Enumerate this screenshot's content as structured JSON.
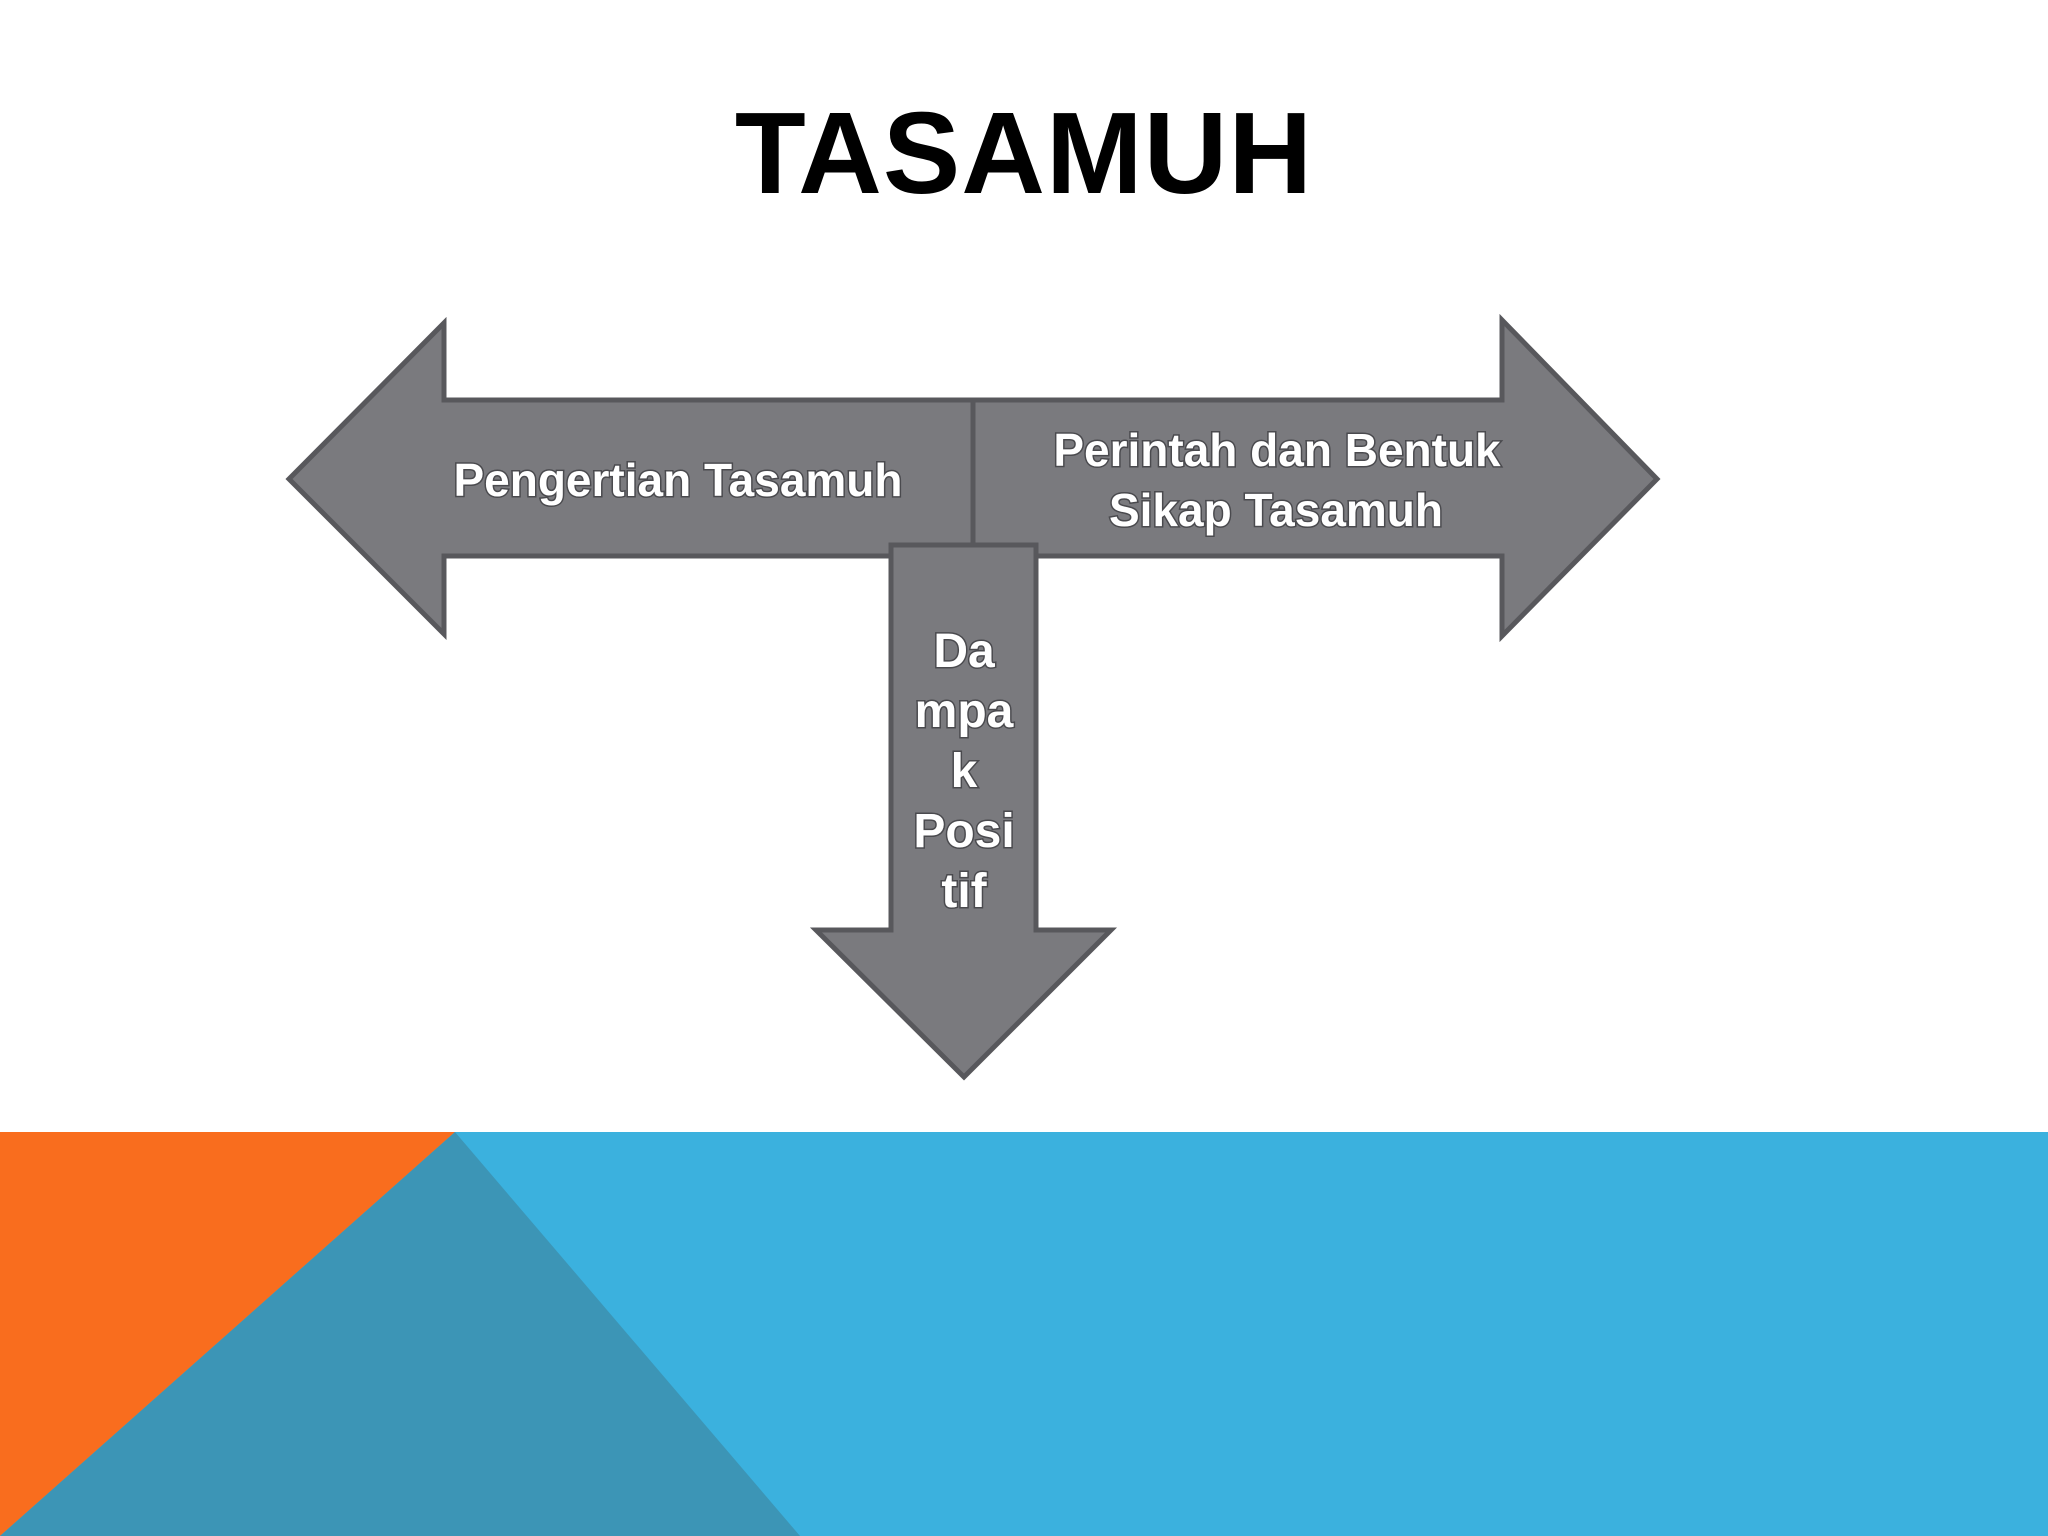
{
  "slide": {
    "title": "TASAMUH"
  },
  "diagram": {
    "left_arrow": {
      "label": "Pengertian Tasamuh"
    },
    "right_arrow": {
      "label_line1": "Perintah dan Bentuk",
      "label_line2": "Sikap Tasamuh"
    },
    "down_arrow": {
      "label_lines": [
        "Da",
        "mpa",
        "k",
        "Posi",
        "tif"
      ]
    }
  },
  "colors": {
    "arrow_fill": "#7a7a7e",
    "arrow_stroke": "#58585c",
    "footer_blue": "#3bb1de",
    "footer_orange": "#f96d1e",
    "footer_teal": "#3c95b6",
    "title": "#000000"
  }
}
